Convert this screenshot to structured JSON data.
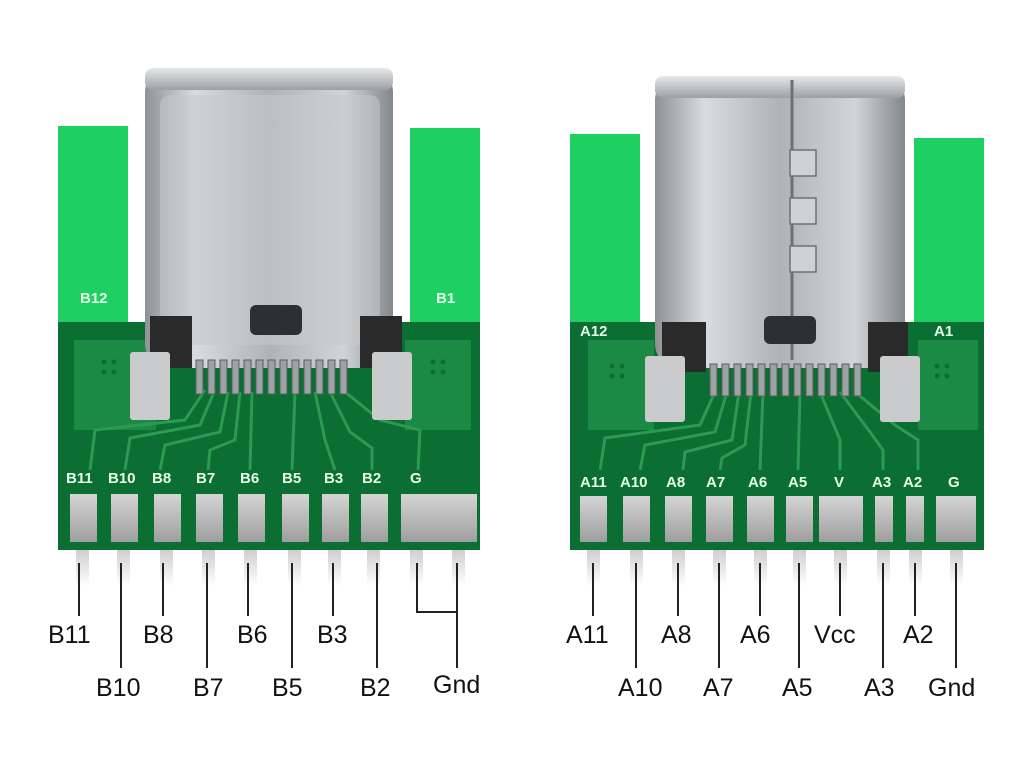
{
  "colors": {
    "pcb_green": "#0b6e32",
    "tab_green": "#1ecf62",
    "trace_green": "#2c9a52",
    "metal": "#b4b7b9",
    "pad": "#b8b8b8",
    "silkscreen": "#e8ffe8",
    "label_text": "#111111"
  },
  "left_board": {
    "tab_labels": [
      "B12",
      "B1"
    ],
    "pad_labels": [
      "B11",
      "B10",
      "B8",
      "B7",
      "B6",
      "B5",
      "B3",
      "B2",
      "G"
    ],
    "callouts_top": [
      "B11",
      "B8",
      "B6",
      "B3"
    ],
    "callouts_bottom": [
      "B10",
      "B7",
      "B5",
      "B2",
      "Gnd"
    ]
  },
  "right_board": {
    "tab_labels": [
      "A12",
      "A1"
    ],
    "pad_labels": [
      "A11",
      "A10",
      "A8",
      "A7",
      "A6",
      "A5",
      "V",
      "A3",
      "A2",
      "G"
    ],
    "callouts_top": [
      "A11",
      "A8",
      "A6",
      "Vcc",
      "A2"
    ],
    "callouts_bottom": [
      "A10",
      "A7",
      "A5",
      "A3",
      "Gnd"
    ]
  }
}
